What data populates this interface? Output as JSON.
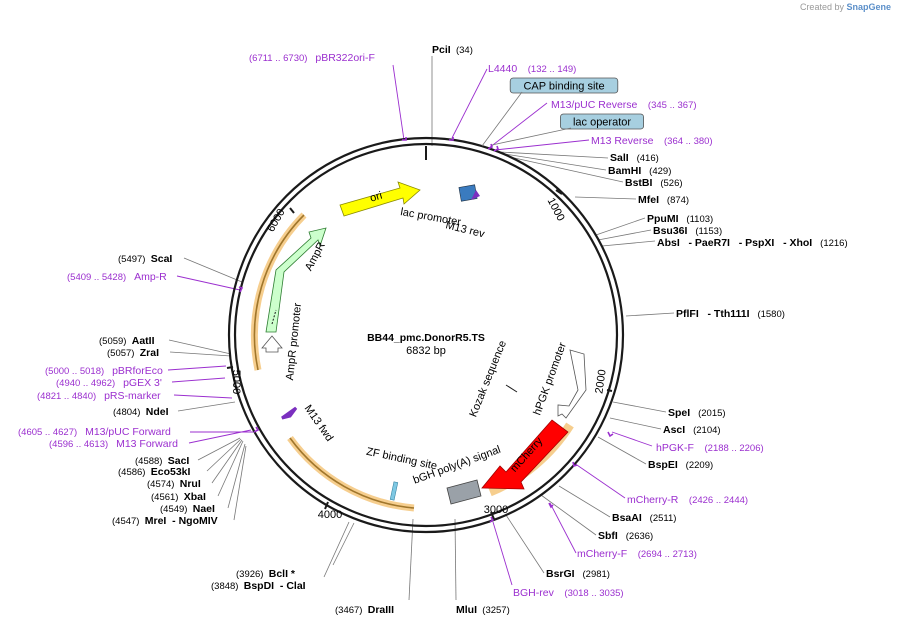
{
  "credit": {
    "prefix": "Created by",
    "brand": "SnapGene"
  },
  "plasmid": {
    "name": "BB44_pmc.DonorR5.TS",
    "length_label": "6832 bp"
  },
  "ticks": [
    "1000",
    "2000",
    "3000",
    "4000",
    "5000",
    "6000"
  ],
  "features": {
    "ori": "ori",
    "lac_promoter": "lac promoter",
    "m13_rev": "M13 rev",
    "ampr": "AmpR",
    "ampr_promoter": "AmpR promoter",
    "m13_fwd": "M13 fwd",
    "zf_binding_site": "ZF binding site",
    "bgh_polya": "bGH poly(A) signal",
    "mcherry": "mCherry",
    "hpgk_promoter": "hPGK promoter",
    "kozak": "Kozak sequence"
  },
  "boxed": {
    "cap": "CAP binding site",
    "lac_operator": "lac operator"
  },
  "enzymes": [
    {
      "name": "PciI",
      "pos": "(34)"
    },
    {
      "name": "SalI",
      "pos": "(416)"
    },
    {
      "name": "BamHI",
      "pos": "(429)"
    },
    {
      "name": "BstBI",
      "pos": "(526)"
    },
    {
      "name": "MfeI",
      "pos": "(874)"
    },
    {
      "name": "PpuMI",
      "pos": "(1103)"
    },
    {
      "name": "Bsu36I",
      "pos": "(1153)"
    },
    {
      "name": "AbsI",
      "extra": [
        "- PaeR7I",
        "- PspXI",
        "- XhoI"
      ],
      "pos": "(1216)"
    },
    {
      "name": "PflFI",
      "extra": [
        "- Tth111I"
      ],
      "pos": "(1580)"
    },
    {
      "name": "SpeI",
      "pos": "(2015)"
    },
    {
      "name": "AscI",
      "pos": "(2104)"
    },
    {
      "name": "BspEI",
      "pos": "(2209)"
    },
    {
      "name": "BsaAI",
      "pos": "(2511)"
    },
    {
      "name": "SbfI",
      "pos": "(2636)"
    },
    {
      "name": "BsrGI",
      "pos": "(2981)"
    },
    {
      "name": "MluI",
      "pos": "(3257)"
    },
    {
      "name": "DraIII",
      "pos": "(3467)"
    },
    {
      "name": "BspDI",
      "extra": [
        "- ClaI"
      ],
      "pos": "(3848)"
    },
    {
      "name": "BclI *",
      "pos": "(3926)"
    },
    {
      "name": "MreI",
      "extra": [
        "- NgoMIV"
      ],
      "pos": "(4547)"
    },
    {
      "name": "NaeI",
      "pos": "(4549)"
    },
    {
      "name": "XbaI",
      "pos": "(4561)"
    },
    {
      "name": "NruI",
      "pos": "(4574)"
    },
    {
      "name": "Eco53kI",
      "pos": "(4586)"
    },
    {
      "name": "SacI",
      "pos": "(4588)"
    },
    {
      "name": "NdeI",
      "pos": "(4804)"
    },
    {
      "name": "ZraI",
      "pos": "(5057)"
    },
    {
      "name": "AatII",
      "pos": "(5059)"
    },
    {
      "name": "ScaI",
      "pos": "(5497)"
    }
  ],
  "primers": [
    {
      "name": "pBR322ori-F",
      "pos": "(6711 .. 6730)"
    },
    {
      "name": "L4440",
      "pos": "(132 .. 149)"
    },
    {
      "name": "M13/pUC Reverse",
      "pos": "(345 .. 367)"
    },
    {
      "name": "M13 Reverse",
      "pos": "(364 .. 380)"
    },
    {
      "name": "hPGK-F",
      "pos": "(2188 .. 2206)"
    },
    {
      "name": "mCherry-R",
      "pos": "(2426 .. 2444)"
    },
    {
      "name": "mCherry-F",
      "pos": "(2694 .. 2713)"
    },
    {
      "name": "BGH-rev",
      "pos": "(3018 .. 3035)"
    },
    {
      "name": "M13/pUC Forward",
      "pos": "(4605 .. 4627)"
    },
    {
      "name": "M13 Forward",
      "pos": "(4596 .. 4613)"
    },
    {
      "name": "pRS-marker",
      "pos": "(4821 .. 4840)"
    },
    {
      "name": "pGEX 3'",
      "pos": "(4940 .. 4962)"
    },
    {
      "name": "pBRforEco",
      "pos": "(5000 .. 5018)"
    },
    {
      "name": "Amp-R",
      "pos": "(5409 .. 5428)"
    }
  ],
  "colors": {
    "backbone": "#1a1a1a",
    "ori": "#ffff00",
    "ampr": "#ccffcc",
    "mcherry": "#ff0000",
    "polya": "#9aa1a8",
    "orf_highlight": "#f5c67a",
    "primer": "#9b2fcf",
    "boxed_fill": "#a7cfe0"
  }
}
